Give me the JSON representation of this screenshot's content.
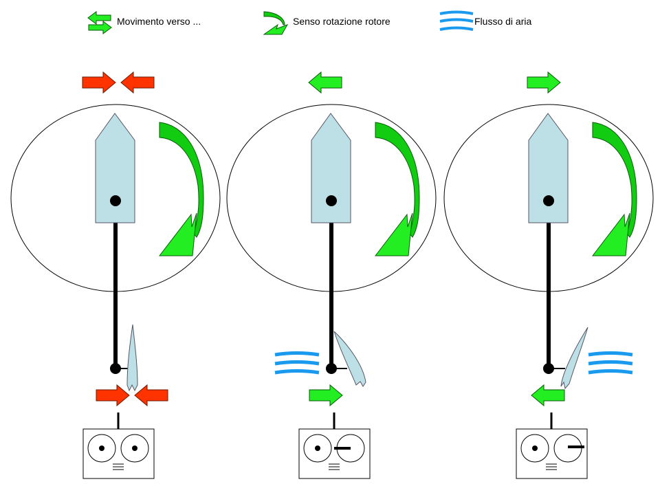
{
  "legend": {
    "items": [
      {
        "icon": "double-arrow-icon",
        "label": "Movimento verso ..."
      },
      {
        "icon": "curved-arrow-icon",
        "label": "Senso rotazione rotore"
      },
      {
        "icon": "air-flow-icon",
        "label": "Flusso di aria"
      }
    ]
  },
  "colors": {
    "green_arrow": "#22ee22",
    "green_rotation": "#11cc11",
    "red_arrow": "#ff3300",
    "air_flow": "#1a9aee",
    "fuselage": "#bde0e6",
    "outline": "#000000"
  },
  "panels": [
    {
      "name": "neutral",
      "movement_top": "opposing-inward",
      "rudder_deflection": "none",
      "air_flow_side": "none",
      "movement_bottom": "opposing-inward",
      "right_stick": "center"
    },
    {
      "name": "turn-left",
      "movement_top": "left",
      "rudder_deflection": "right",
      "air_flow_side": "left",
      "movement_bottom": "right",
      "right_stick": "left"
    },
    {
      "name": "turn-right",
      "movement_top": "right",
      "rudder_deflection": "left",
      "air_flow_side": "right",
      "movement_bottom": "left",
      "right_stick": "right"
    }
  ]
}
